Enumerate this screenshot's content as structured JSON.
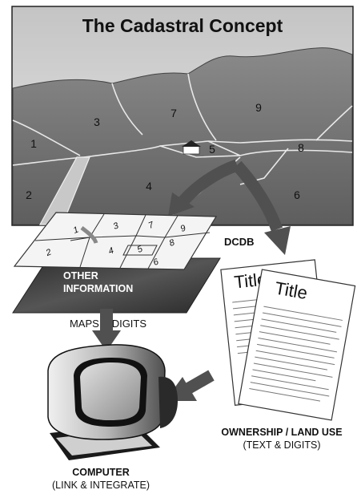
{
  "title": "The Cadastral Concept",
  "landscape_parcels": [
    "1",
    "2",
    "3",
    "4",
    "5",
    "6",
    "7",
    "8",
    "9"
  ],
  "map_parcels": [
    "1",
    "2",
    "3",
    "4",
    "5",
    "6",
    "7",
    "8",
    "9"
  ],
  "dcdb_label": "DCDB",
  "other_info_line1": "OTHER",
  "other_info_line2": "INFORMATION",
  "maps_digits_label": "MAPS & DIGITS",
  "doc_title_back": "Title",
  "doc_title_front": "Title",
  "ownership_label": "OWNERSHIP / LAND USE",
  "ownership_sub": "(TEXT & DIGITS)",
  "computer_label": "COMPUTER",
  "computer_sub": "(LINK & INTEGRATE)",
  "colors": {
    "landscape_dark": "#6f6f6f",
    "landscape_light": "#9a9a9a",
    "sky": "#d7d7d7",
    "arrow": "#505050",
    "other_info": "#3a3a3a"
  }
}
